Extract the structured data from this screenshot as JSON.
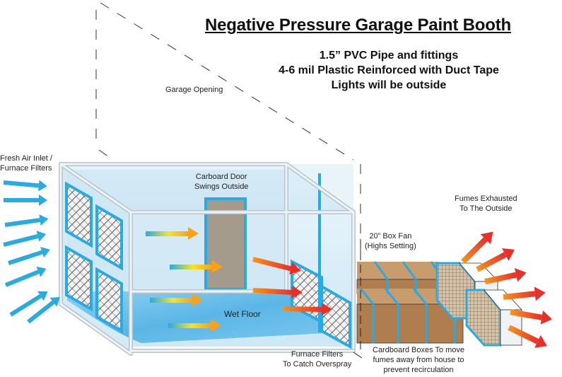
{
  "title": "Negative Pressure Garage Paint Booth",
  "specs": [
    "1.5” PVC Pipe and fittings",
    "4-6 mil Plastic Reinforced with Duct Tape",
    "Lights will be outside"
  ],
  "labels": {
    "garage_opening": "Garage Opening",
    "fresh_air": [
      "Fresh Air Inlet /",
      "Furnace Filters"
    ],
    "door": [
      "Carboard  Door",
      "Swings Outside"
    ],
    "fumes": [
      "Fumes Exhausted",
      "To The Outside"
    ],
    "box_fan": [
      "20” Box Fan",
      "(Highs Setting)"
    ],
    "wet_floor": "Wet Floor",
    "furnace_filters": [
      "Furnace Filters",
      "To Catch Overspray"
    ],
    "cardboard_boxes": [
      "Cardboard Boxes To move",
      "fumes away from house to",
      "prevent recirculation"
    ]
  },
  "colors": {
    "pvc": "#e8eef2",
    "plastic": "#cfe8f5",
    "tape": "#29abe2",
    "cardboard": "#b88a5e",
    "door": "#a59b8c",
    "floor": "#6fc3ea",
    "inlet_arrow": "#29abe2",
    "exhaust_start": "#f7941d",
    "exhaust_end": "#e8302a"
  }
}
